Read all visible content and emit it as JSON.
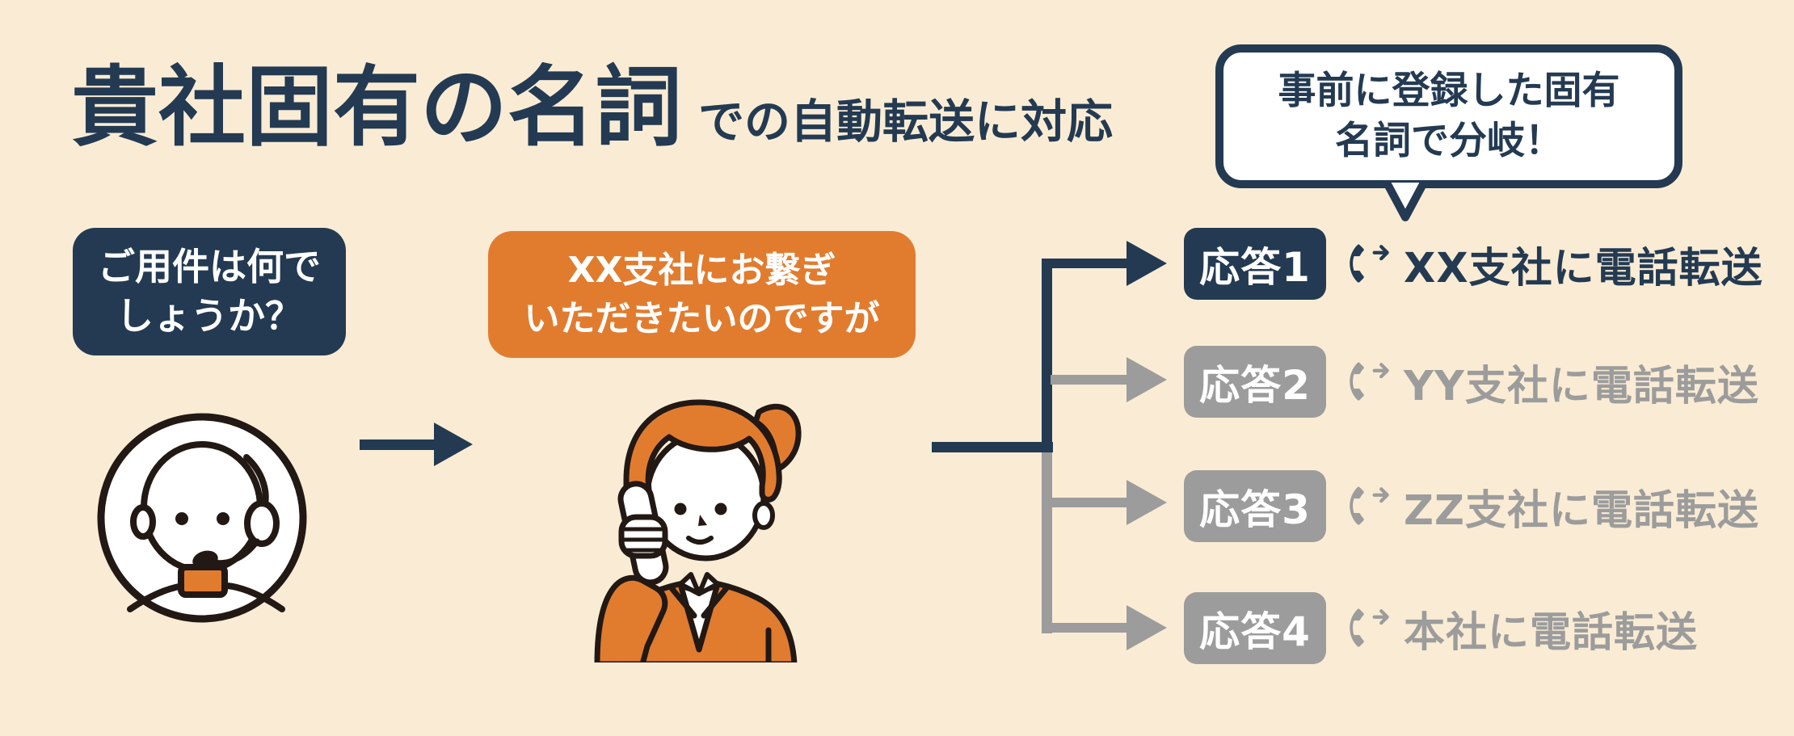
{
  "title": {
    "main": "貴社固有の名詞",
    "sub": "での自動転送に対応"
  },
  "callout": {
    "line1": "事前に登録した固有",
    "line2": "名詞で分岐！"
  },
  "caller_question": {
    "line1": "ご用件は何で",
    "line2": "しょうか？"
  },
  "caller_request": {
    "line1": "XX支社にお繋ぎ",
    "line2": "いただきたいのですが"
  },
  "responses": [
    {
      "badge": "応答1",
      "label": "XX支社に電話転送",
      "active": true
    },
    {
      "badge": "応答2",
      "label": "YY支社に電話転送",
      "active": false
    },
    {
      "badge": "応答3",
      "label": "ZZ支社に電話転送",
      "active": false
    },
    {
      "badge": "応答4",
      "label": "本社に電話転送",
      "active": false
    }
  ],
  "icons": {
    "phone_forward": "phone-forward-icon",
    "flow_arrow": "flow-arrow-icon",
    "caller": "caller-headset-illustration",
    "operator": "operator-phone-illustration",
    "callout_tail": "callout-tail-icon"
  },
  "colors": {
    "background": "#FAECD4",
    "navy": "#233A52",
    "orange": "#E17C2F",
    "inactive_gray": "#9C9C9C",
    "white": "#FFFFFF",
    "illustration_outline": "#221814"
  }
}
